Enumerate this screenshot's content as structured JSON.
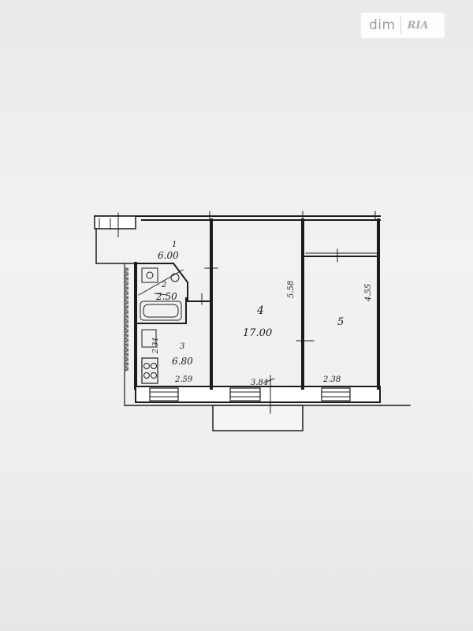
{
  "watermark": {
    "brand": "dim",
    "logo": "RIA"
  },
  "plan": {
    "rooms": [
      {
        "number": "1",
        "area": "6.00"
      },
      {
        "number": "2",
        "area": "2.50"
      },
      {
        "number": "3",
        "area": "6.80"
      },
      {
        "number": "4",
        "area": "17.00"
      },
      {
        "number": "5",
        "area": ""
      }
    ],
    "dimensions": [
      "2.59",
      "3.84",
      "2.38",
      "5.58",
      "4.55",
      "2.34"
    ],
    "line_color": "#1c1c1c",
    "paper_color": "#eef0ef"
  }
}
